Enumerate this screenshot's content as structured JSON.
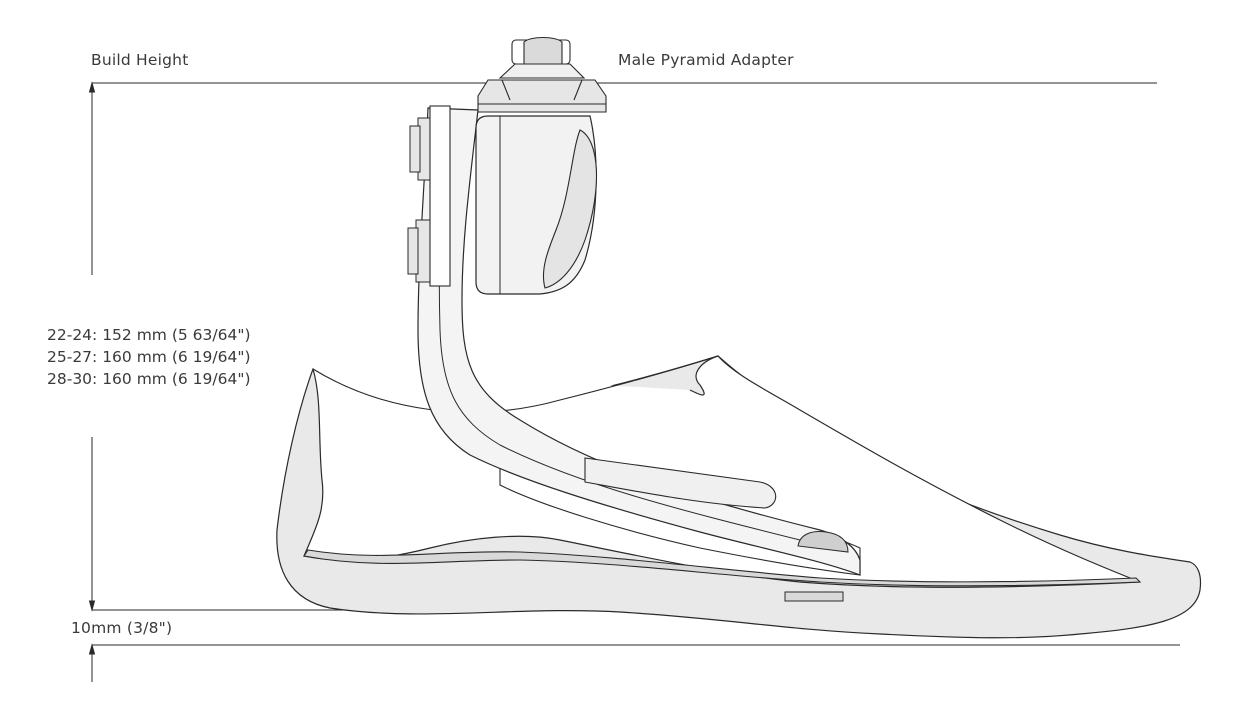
{
  "labels": {
    "build_height": "Build Height",
    "pyramid_adapter": "Male Pyramid Adapter",
    "heel_offset": "10mm (3/8\")"
  },
  "build_heights": [
    {
      "text": "22-24: 152 mm (5 63/64\")"
    },
    {
      "text": "25-27: 160 mm (6 19/64\")"
    },
    {
      "text": "28-30: 160 mm (6 19/64\")"
    }
  ],
  "colors": {
    "line": "#2a2a2a",
    "fill_light": "#eaeaea",
    "fill_mid": "#d6d6d6"
  }
}
